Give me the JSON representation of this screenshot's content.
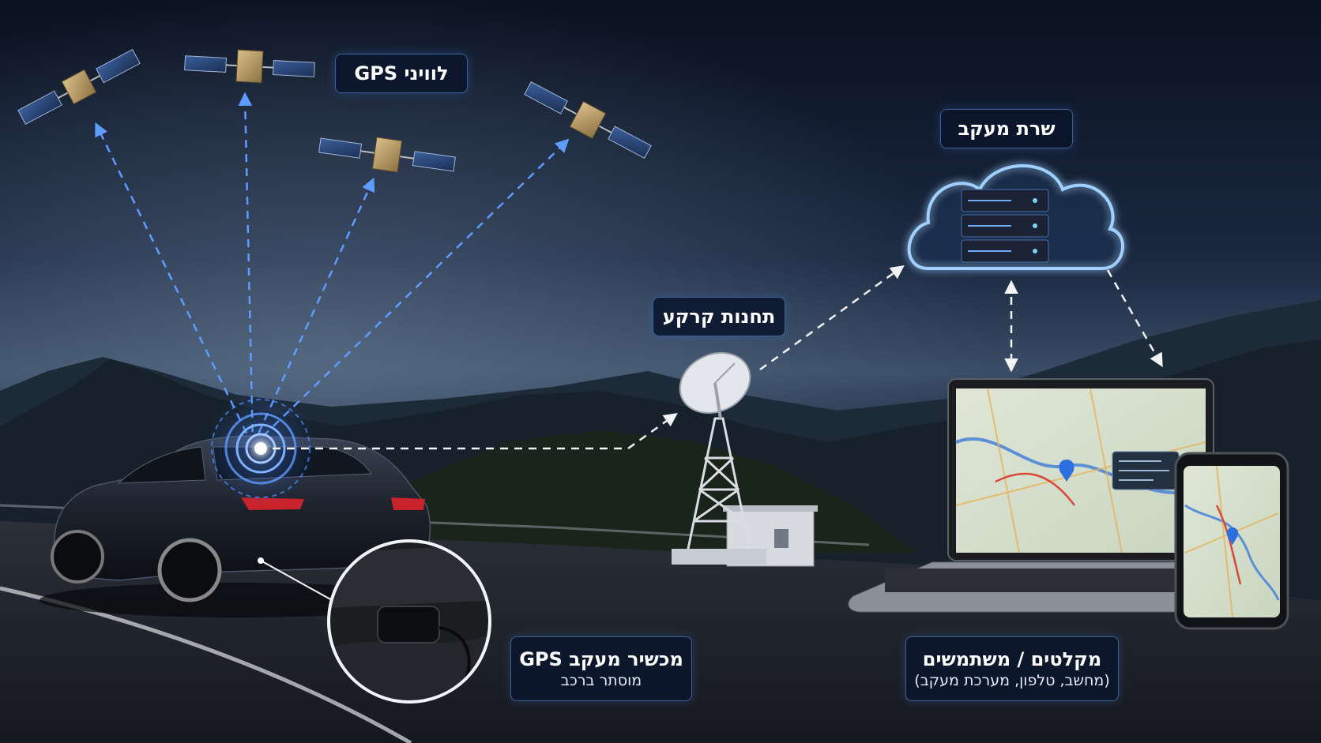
{
  "labels": {
    "satellites": "לוויני GPS",
    "ground_station": "תחנות קרקע",
    "tracking_server": "שרת מעקב",
    "device_title": "מכשיר מעקב GPS",
    "device_subtitle": "מוסתר ברכב",
    "clients_title": "מקלטים / משתמשים",
    "clients_subtitle": "(מחשב, טלפון, מערכת מעקב)"
  },
  "colors": {
    "signal_blue": "#5f9cff",
    "link_white": "#f2f4f8",
    "label_border": "#3f5f93",
    "cloud_glow": "#9fd0ff"
  },
  "icons": [
    "satellite-icon",
    "tracker-signal-icon",
    "satellite-dish-icon",
    "cloud-server-icon",
    "laptop-icon",
    "smartphone-icon",
    "gps-device-icon"
  ]
}
